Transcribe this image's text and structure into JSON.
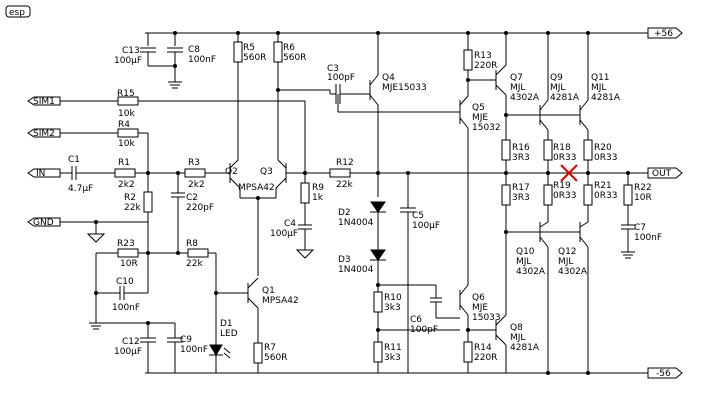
{
  "logo": "esp",
  "ports": {
    "sim1": "SIM1",
    "sim2": "SIM2",
    "in": "IN",
    "gnd": "GND",
    "vplus": "+56",
    "vminus": "-56",
    "out": "OUT"
  },
  "components": {
    "c13": [
      "C13",
      "100µF"
    ],
    "c8": [
      "C8",
      "100nF"
    ],
    "r5": [
      "R5",
      "560R"
    ],
    "r6": [
      "R6",
      "560R"
    ],
    "c3": [
      "C3",
      "100pF"
    ],
    "q4": [
      "Q4",
      "MJE15033"
    ],
    "r13": [
      "R13",
      "220R"
    ],
    "q7": [
      "Q7",
      "MJL",
      "4302A"
    ],
    "q9": [
      "Q9",
      "MJL",
      "4281A"
    ],
    "q11": [
      "Q11",
      "MJL",
      "4281A"
    ],
    "r15": [
      "R15",
      "10k"
    ],
    "r4": [
      "R4",
      "10k"
    ],
    "q5": [
      "Q5",
      "MJE",
      "15032"
    ],
    "r16": [
      "R16",
      "3R3"
    ],
    "r18": [
      "R18",
      "0R33"
    ],
    "r20": [
      "R20",
      "0R33"
    ],
    "c1": [
      "C1",
      "4.7µF"
    ],
    "r1": [
      "R1",
      "2k2"
    ],
    "r3": [
      "R3",
      "2k2"
    ],
    "q2": [
      "Q2"
    ],
    "q3": [
      "Q3"
    ],
    "mpsa42": "MPSA42",
    "r12": [
      "R12",
      "22k"
    ],
    "r19": [
      "R19",
      "0R33"
    ],
    "r21": [
      "R21",
      "0R33"
    ],
    "r22": [
      "R22",
      "10R"
    ],
    "r2": [
      "R2",
      "22k"
    ],
    "c2": [
      "C2",
      "220pF"
    ],
    "r9": [
      "R9",
      "1k"
    ],
    "r17": [
      "R17",
      "3R3"
    ],
    "d2": [
      "D2",
      "1N4004"
    ],
    "c5": [
      "C5",
      "100µF"
    ],
    "c4": [
      "C4",
      "100µF"
    ],
    "c7": [
      "C7",
      "100nF"
    ],
    "r23": [
      "R23",
      "10R"
    ],
    "r8": [
      "R8",
      "22k"
    ],
    "d3": [
      "D3",
      "1N4004"
    ],
    "q10": [
      "Q10",
      "MJL",
      "4302A"
    ],
    "q12": [
      "Q12",
      "MJL",
      "4302A"
    ],
    "c10": [
      "C10",
      "100nF"
    ],
    "q1": [
      "Q1",
      "MPSA42"
    ],
    "r10": [
      "R10",
      "3k3"
    ],
    "q6": [
      "Q6",
      "MJE",
      "15033"
    ],
    "d1": [
      "D1",
      "LED"
    ],
    "c6": [
      "C6",
      "100pF"
    ],
    "q8": [
      "Q8",
      "MJL",
      "4281A"
    ],
    "c12": [
      "C12",
      "100µF"
    ],
    "c9": [
      "C9",
      "100nF"
    ],
    "r7": [
      "R7",
      "560R"
    ],
    "r11": [
      "R11",
      "3k3"
    ],
    "r14": [
      "R14",
      "220R"
    ]
  }
}
